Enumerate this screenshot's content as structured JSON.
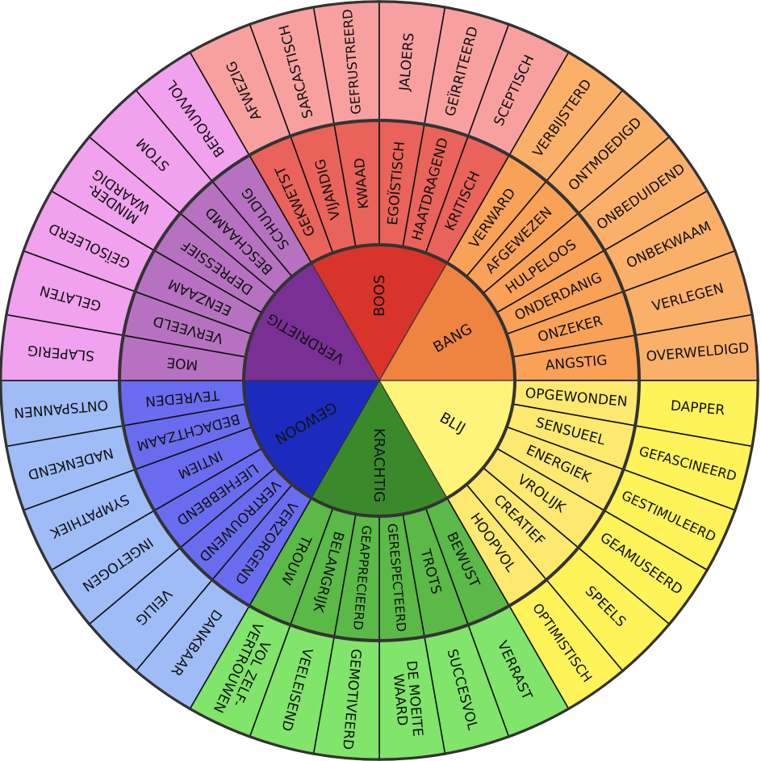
{
  "wheel": {
    "core": [
      {
        "label": "BANG",
        "colors": {
          "core": "#ee8440",
          "middle": "#f9a157",
          "outer": "#fbb06a"
        },
        "middle": [
          "VERWARD",
          "AFGEWEZEN",
          "HULPELOOS",
          "ONDERDANIG",
          "ONZEKER",
          "ANGSTIG"
        ],
        "outer": [
          [
            "VERBIJSTERD"
          ],
          [
            "ONTMOEDIGD"
          ],
          [
            "ONBEDUIDEND"
          ],
          [
            "ONBEKWAAM"
          ],
          [
            "VERLEGEN"
          ],
          [
            "OVERWELDIGD"
          ]
        ]
      },
      {
        "label": "BLIJ",
        "colors": {
          "core": "#fff47a",
          "middle": "#fde970",
          "outer": "#fff35a"
        },
        "middle": [
          "OPGEWONDEN",
          "SENSUEEL",
          "ENERGIEK",
          "VROLIJK",
          "CREATIEF",
          "HOOPVOL"
        ],
        "outer": [
          [
            "DAPPER"
          ],
          [
            "GEFASCINEERD"
          ],
          [
            "GESTIMULEERD"
          ],
          [
            "GEAMUSEERD"
          ],
          [
            "SPEELS"
          ],
          [
            "OPTIMISTISCH"
          ]
        ]
      },
      {
        "label": "KRACHTIG",
        "colors": {
          "core": "#3a8a2c",
          "middle": "#5bb947",
          "outer": "#80e56a"
        },
        "middle": [
          "BEWUST",
          "TROTS",
          "GERESPECTEERD",
          "GEAPPRECIEERD",
          "BELANGRIJK",
          "TROUW"
        ],
        "outer": [
          [
            "VERRAST"
          ],
          [
            "SUCCESVOL"
          ],
          [
            "DE MOEITE",
            "WAARD"
          ],
          [
            "GEMOTIVEERD"
          ],
          [
            "VEELEISEND"
          ],
          [
            "VOL ZELF-",
            "VERTROUWEN"
          ]
        ]
      },
      {
        "label": "GEWOON",
        "colors": {
          "core": "#1c2bbd",
          "middle": "#6a6cf0",
          "outer": "#9fbcf6"
        },
        "middle": [
          "VERZORGEND",
          "VERTROUWEND",
          "LIEFHEBBEND",
          "INTIEM",
          "BEDACHTZAAM",
          "TEVREDEN"
        ],
        "outer": [
          [
            "DANKBAAR"
          ],
          [
            "VEILIG"
          ],
          [
            "INGETOGEN"
          ],
          [
            "SYMPATHIEK"
          ],
          [
            "NADENKEND"
          ],
          [
            "ONTSPANNEN"
          ]
        ]
      },
      {
        "label": "VERDRIETIG",
        "colors": {
          "core": "#7a2f95",
          "middle": "#b672c0",
          "outer": "#f0a2ee"
        },
        "middle": [
          "MOE",
          "VERVEELD",
          "EENZAAM",
          "DEPRESSIEF",
          "BESCHAAMD",
          "SCHULDIG"
        ],
        "outer": [
          [
            "SLAPERIG"
          ],
          [
            "GELATEN"
          ],
          [
            "GEÏSOLEERD"
          ],
          [
            "MINDER-",
            "WAARDIG"
          ],
          [
            "STOM"
          ],
          [
            "BEROUWVOL"
          ]
        ]
      },
      {
        "label": "BOOS",
        "colors": {
          "core": "#d8342a",
          "middle": "#e9635a",
          "outer": "#f8a0a0"
        },
        "middle": [
          "GEKWETST",
          "VIJANDIG",
          "KWAAD",
          "EGOÏSTISCH",
          "HAATDRAGEND",
          "KRITISCH"
        ],
        "outer": [
          [
            "AFWEZIG"
          ],
          [
            "SARCASTISCH"
          ],
          [
            "GEFRUSTREERD"
          ],
          [
            "JALOERS"
          ],
          [
            "GEÏRRITEERD"
          ],
          [
            "SCEPTISCH"
          ]
        ]
      }
    ],
    "line_color": "#333333"
  }
}
